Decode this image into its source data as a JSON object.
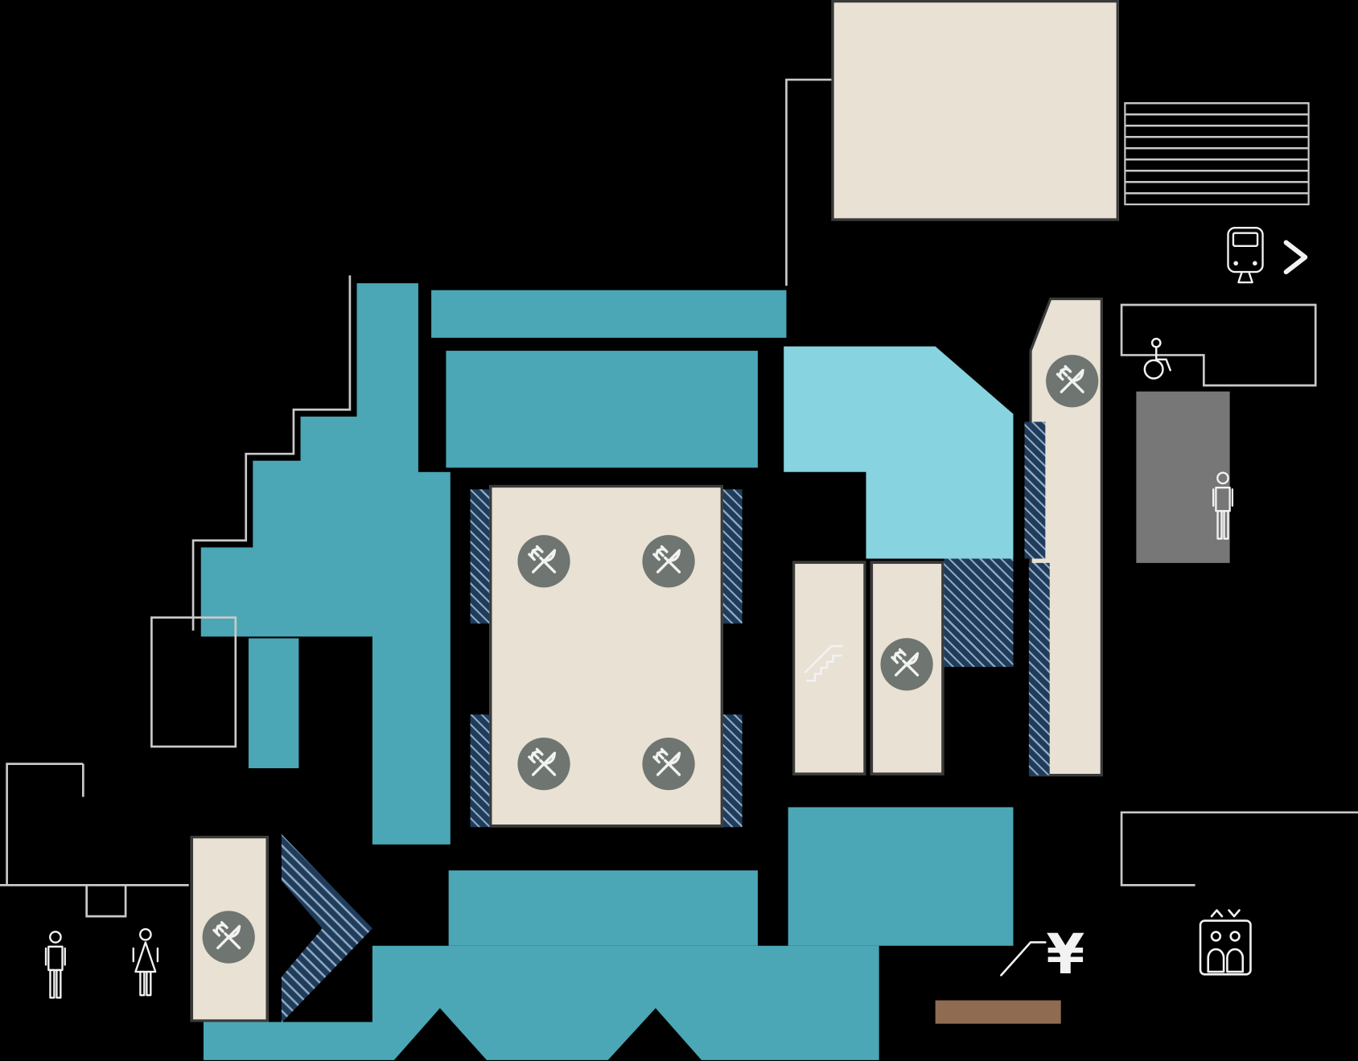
{
  "map": {
    "kind": "station-floor-map",
    "background": "black"
  },
  "symbols": {
    "yen": "¥"
  },
  "colors": {
    "background": "#000000",
    "teal": "#4ba6b5",
    "cyan": "#87d3df",
    "beige": "#e8e1d4",
    "region_border": "#3a3a3a",
    "gray_block": "#777777",
    "icon_circle": "#6f7570",
    "icon_stroke": "#f2f2f2",
    "outline": "#c9c9c9",
    "hatch_dark": "#1f3c5c",
    "hatch_light": "#8fa8be",
    "brown": "#8f6c51"
  },
  "facilities": [
    {
      "icon": "restaurant-icon",
      "meaning": "restaurant (crossed fork and knife in circle)",
      "count": 7
    },
    {
      "icon": "escalator-icon",
      "meaning": "escalator / stairs",
      "count": 1
    },
    {
      "icon": "wheelchair-icon",
      "meaning": "wheelchair accessible",
      "count": 1
    },
    {
      "icon": "toilet-men-icon",
      "meaning": "men's restroom",
      "count": 2
    },
    {
      "icon": "toilet-women-icon",
      "meaning": "women's restroom",
      "count": 1
    },
    {
      "icon": "elevator-icon",
      "meaning": "elevator",
      "count": 1
    },
    {
      "icon": "train-icon",
      "meaning": "train platform",
      "count": 1
    },
    {
      "icon": "chevron-right-icon",
      "meaning": "direction to platform",
      "count": 1
    },
    {
      "icon": "yen-atm-icon",
      "meaning": "money service (¥)",
      "count": 1
    }
  ],
  "regions": [
    {
      "id": "hall-northeast",
      "fill": "beige"
    },
    {
      "id": "stairs-northeast",
      "fill": "outline"
    },
    {
      "id": "dining-hall-center",
      "fill": "beige"
    },
    {
      "id": "escalator-block",
      "fill": "beige"
    },
    {
      "id": "shop-center-right",
      "fill": "beige"
    },
    {
      "id": "shop-east-column",
      "fill": "beige"
    },
    {
      "id": "shop-southwest",
      "fill": "beige"
    },
    {
      "id": "service-area-east",
      "fill": "gray_block"
    },
    {
      "id": "plaza-northeast",
      "fill": "cyan"
    },
    {
      "id": "corridor-north",
      "fill": "teal"
    },
    {
      "id": "corridor-upper",
      "fill": "teal"
    },
    {
      "id": "corridor-west",
      "fill": "teal"
    },
    {
      "id": "corridor-west-steps",
      "fill": "teal"
    },
    {
      "id": "corridor-south-band",
      "fill": "teal"
    },
    {
      "id": "corridor-southeast",
      "fill": "teal"
    },
    {
      "id": "hatched-zones",
      "fill": "hatch_dark"
    },
    {
      "id": "counter-bar",
      "fill": "brown"
    }
  ]
}
